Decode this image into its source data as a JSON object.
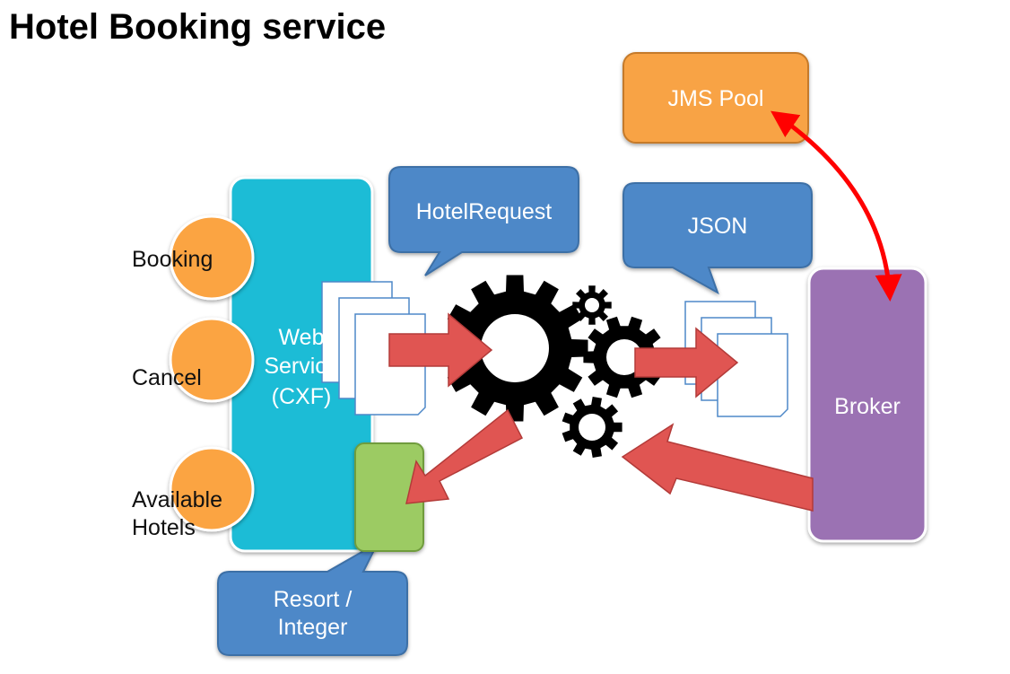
{
  "title": "Hotel Booking service",
  "nodes": {
    "web_service": {
      "line1": "Web",
      "line2": "Service",
      "line3": "(CXF)",
      "color": "#1bbcd6"
    },
    "broker": {
      "label": "Broker",
      "color": "#9b72b3"
    },
    "jms_pool": {
      "label": "JMS Pool",
      "color": "#f8a345"
    },
    "result_box": {
      "color": "#9ccb63"
    }
  },
  "operations": [
    {
      "label": "Booking"
    },
    {
      "label": "Cancel"
    },
    {
      "line1": "Available",
      "line2": "Hotels"
    }
  ],
  "callouts": {
    "hotel_request": "HotelRequest",
    "json": "JSON",
    "resort_line1": "Resort /",
    "resort_line2": "Integer"
  },
  "colors": {
    "operation_circle": "#fba443",
    "callout": "#4e88c8",
    "flow_arrow": "#e05552",
    "link_arrow": "#ff0000",
    "gear": "#000000",
    "document": "#4e88c8"
  }
}
